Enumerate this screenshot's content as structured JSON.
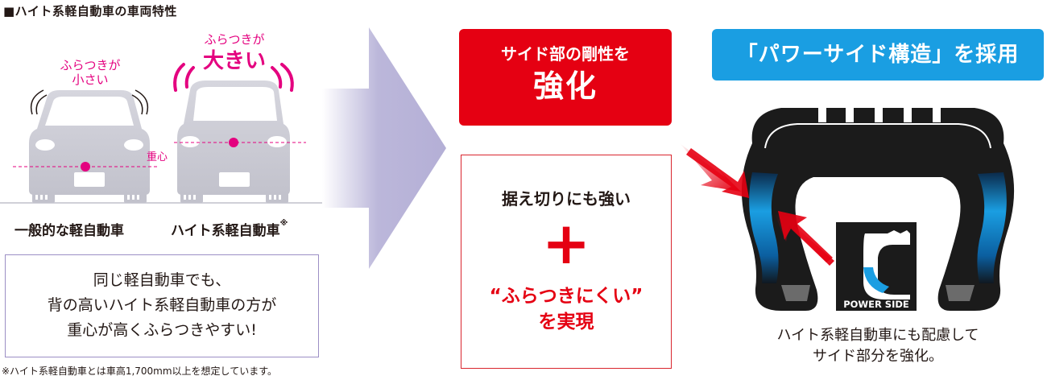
{
  "section_title": "■ハイト系軽自動車の車両特性",
  "sway_small": {
    "line1": "ふらつきが",
    "line2": "小さい"
  },
  "sway_large": {
    "line1": "ふらつきが",
    "line2": "大きい"
  },
  "center_of_gravity_label": "重心",
  "car_labels": {
    "normal": "一般的な軽自動車",
    "tall": "ハイト系軽自動車",
    "tall_note_mark": "※"
  },
  "description": {
    "line1": "同じ軽自動車でも、",
    "line2": "背の高いハイト系軽自動車の方が",
    "line3": "重心が高くふらつきやすい!"
  },
  "footnote": "※ハイト系軽自動車とは車高1,700mm以上を想定しています。",
  "red_box": {
    "line1": "サイド部の剛性を",
    "line2": "強化"
  },
  "benefit_box": {
    "line1": "据え切りにも強い",
    "plus": "+",
    "line2": "“ふらつきにくい”",
    "line3": "を実現"
  },
  "blue_box": {
    "title": "「パワーサイド構造」を採用"
  },
  "tire_badge": {
    "label": "POWER SIDE"
  },
  "tire_caption": {
    "line1": "ハイト系軽自動車にも配慮して",
    "line2": "サイド部分を強化。"
  },
  "colors": {
    "pink": "#e4007f",
    "red": "#e50012",
    "blue": "#1a9ee2",
    "car_gray": "#c9c9d3",
    "arrow_lavender": "#b4afd6"
  }
}
